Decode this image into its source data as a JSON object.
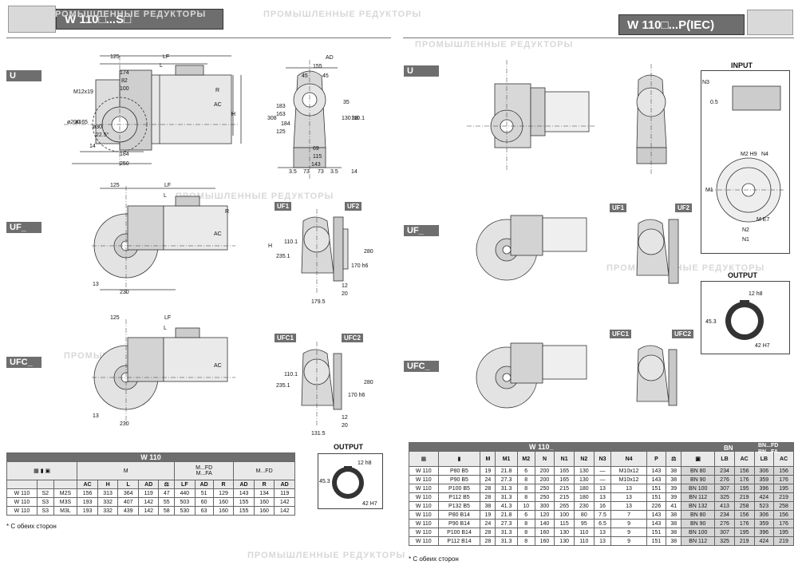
{
  "left": {
    "header_title": "W 110□...S□",
    "tags": [
      "U",
      "UF_",
      "UFC_"
    ],
    "subtags": {
      "uf1": "UF1",
      "uf2": "UF2",
      "ufc1": "UFC1",
      "ufc2": "UFC2"
    },
    "dims_top": [
      "125",
      "LF",
      "L",
      "174",
      "82",
      "100",
      "AD",
      "155",
      "45",
      "45"
    ],
    "dims_left": [
      "M12x19",
      "ø200",
      "ø165",
      "ø30",
      "22.5°",
      "14",
      "184",
      "250",
      "308",
      "183",
      "163",
      "184",
      "125",
      "AC",
      "R",
      "H",
      "35",
      "130 h8",
      "110.1",
      "69",
      "115",
      "143",
      "3.5",
      "73",
      "73",
      "3.5",
      "14"
    ],
    "dims_uf": [
      "235.1",
      "110.1",
      "170 h6",
      "280",
      "12",
      "20",
      "179.5",
      "13",
      "230"
    ],
    "dims_ufc": [
      "235.1",
      "110.1",
      "170 h6",
      "280",
      "12",
      "20",
      "131.5",
      "13",
      "230"
    ],
    "output_title": "OUTPUT",
    "output_dims": [
      "12 h8",
      "45.3",
      "42 H7"
    ],
    "table": {
      "title": "W 110",
      "group_m": "M",
      "group_mfd": "M...FD",
      "group_mfa": "M...FA",
      "group_mfd2": "M...FD",
      "cols": [
        "AC",
        "H",
        "L",
        "AD",
        "",
        "LF",
        "AD",
        "R",
        "AD",
        "R",
        "AD"
      ],
      "rows": [
        [
          "W 110",
          "S2",
          "M2S",
          "156",
          "313",
          "364",
          "119",
          "47",
          "440",
          "51",
          "129",
          "143",
          "134",
          "119"
        ],
        [
          "W 110",
          "S3",
          "M3S",
          "193",
          "332",
          "407",
          "142",
          "55",
          "503",
          "60",
          "160",
          "155",
          "160",
          "142"
        ],
        [
          "W 110",
          "S3",
          "M3L",
          "193",
          "332",
          "439",
          "142",
          "58",
          "530",
          "63",
          "160",
          "155",
          "160",
          "142"
        ]
      ],
      "note": "* С обеих сторон"
    }
  },
  "right": {
    "header_title": "W 110□...P(IEC)",
    "tags": [
      "U",
      "UF_",
      "UFC_"
    ],
    "subtags": {
      "uf1": "UF1",
      "uf2": "UF2",
      "ufc1": "UFC1",
      "ufc2": "UFC2"
    },
    "input_title": "INPUT",
    "input_dims": [
      "N3",
      "0.5",
      "M2 H9",
      "N4",
      "M1",
      "N2",
      "M E7",
      "N1"
    ],
    "output_title": "OUTPUT",
    "output_dims": [
      "12 h8",
      "45.3",
      "42 H7"
    ],
    "table": {
      "title": "W 110_",
      "bn_title": "BN",
      "bnfd_title": "BN...FD\nBN...FA",
      "cols": [
        "M",
        "M1",
        "M2",
        "N",
        "N1",
        "N2",
        "N3",
        "N4",
        "P",
        "",
        "",
        "LB",
        "AC",
        "LB",
        "AC"
      ],
      "rows": [
        [
          "W 110",
          "P80 B5",
          "19",
          "21.8",
          "6",
          "200",
          "165",
          "130",
          "—",
          "M10x12",
          "143",
          "38",
          "BN 80",
          "234",
          "156",
          "306",
          "156"
        ],
        [
          "W 110",
          "P90 B5",
          "24",
          "27.3",
          "8",
          "200",
          "165",
          "130",
          "—",
          "M10x12",
          "143",
          "38",
          "BN 90",
          "276",
          "176",
          "359",
          "176"
        ],
        [
          "W 110",
          "P100 B5",
          "28",
          "31.3",
          "8",
          "250",
          "215",
          "180",
          "13",
          "13",
          "151",
          "39",
          "BN 100",
          "307",
          "195",
          "396",
          "195"
        ],
        [
          "W 110",
          "P112 B5",
          "28",
          "31.3",
          "8",
          "250",
          "215",
          "180",
          "13",
          "13",
          "151",
          "39",
          "BN 112",
          "325",
          "219",
          "424",
          "219"
        ],
        [
          "W 110",
          "P132 B5",
          "38",
          "41.3",
          "10",
          "300",
          "265",
          "230",
          "16",
          "13",
          "226",
          "41",
          "BN 132",
          "413",
          "258",
          "523",
          "258"
        ],
        [
          "W 110",
          "P80 B14",
          "19",
          "21.8",
          "6",
          "120",
          "100",
          "80",
          "7.5",
          "7",
          "143",
          "38",
          "BN 80",
          "234",
          "156",
          "306",
          "156"
        ],
        [
          "W 110",
          "P90 B14",
          "24",
          "27.3",
          "8",
          "140",
          "115",
          "95",
          "6.5",
          "9",
          "143",
          "38",
          "BN 90",
          "276",
          "176",
          "359",
          "176"
        ],
        [
          "W 110",
          "P100 B14",
          "28",
          "31.3",
          "8",
          "160",
          "130",
          "110",
          "13",
          "9",
          "151",
          "38",
          "BN 100",
          "307",
          "195",
          "396",
          "195"
        ],
        [
          "W 110",
          "P112 B14",
          "28",
          "31.3",
          "8",
          "160",
          "130",
          "110",
          "13",
          "9",
          "151",
          "38",
          "BN 112",
          "325",
          "219",
          "424",
          "219"
        ]
      ],
      "note": "* С обеих сторон"
    }
  },
  "watermark": "ПРОМЫШЛЕННЫЕ РЕДУКТОРЫ"
}
